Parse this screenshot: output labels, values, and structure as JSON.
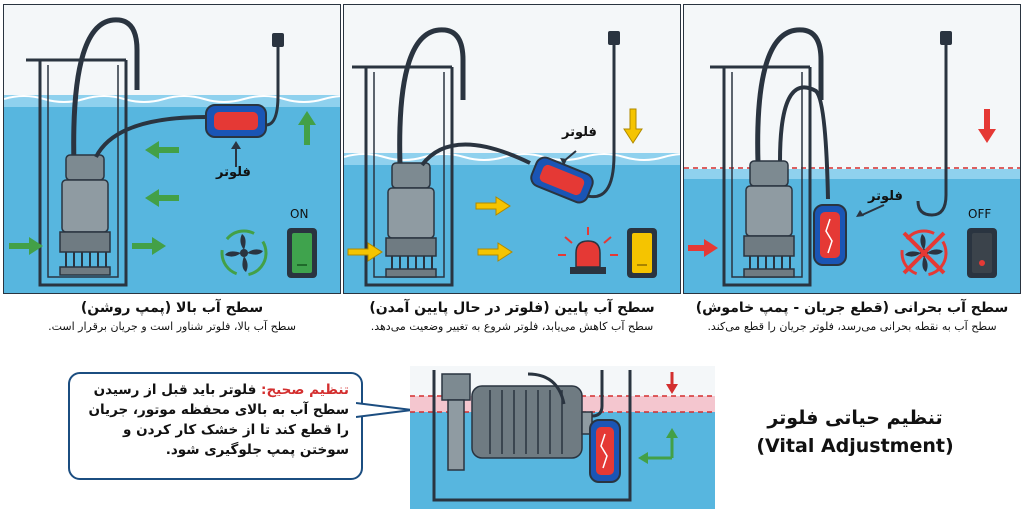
{
  "panels": [
    {
      "id": "high",
      "title": "سطح آب بالا (پمپ روشن)",
      "description": "سطح آب بالا، فلوتر شناور است و جریان برقرار است.",
      "float_label": "فلوتر",
      "switch_label": "ON"
    },
    {
      "id": "low",
      "title": "سطح آب پایین (فلوتر در حال پایین آمدن)",
      "description": "سطح آب کاهش می‌یابد، فلوتر شروع به تغییر وضعیت می‌دهد.",
      "float_label": "فلوتر"
    },
    {
      "id": "critical",
      "title": "سطح آب بحرانی (قطع جریان - پمپ خاموش)",
      "description": "سطح آب به نقطه بحرانی می‌رسد، فلوتر جریان را قطع می‌کند.",
      "float_label": "فلوتر",
      "switch_label": "OFF"
    }
  ],
  "note": {
    "highlight": "تنظیم صحیح:",
    "text": "فلوتر باید قبل از رسیدن سطح آب به بالای محفظه موتور، جریان را قطع کند تا از خشک کار کردن و سوختن پمپ جلوگیری شود."
  },
  "vital": {
    "title_fa": "تنظیم حیاتی فلوتر",
    "title_en": "(Vital Adjustment)"
  },
  "colors": {
    "water": "#57b6df",
    "water_top": "#8fd1ee",
    "float": "#1a55b5",
    "green_arrow": "#43a047",
    "yellow_arrow": "#f5c400",
    "red_arrow": "#e53935",
    "frame": "#2a3440"
  }
}
